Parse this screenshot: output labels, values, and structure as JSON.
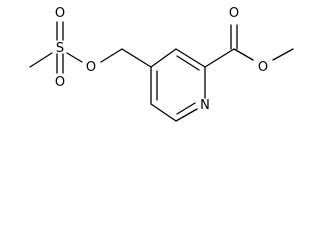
{
  "molecule": {
    "atoms": {
      "ring_n": "N",
      "ester_carbonyl_o": "O",
      "ester_ether_o": "O",
      "linker_o": "O",
      "sulfur": "S",
      "sulfonyl_o_top": "O",
      "sulfonyl_o_bottom": "O"
    }
  },
  "colors": {
    "bond": "#000000",
    "label": "#000000",
    "background": "#ffffff"
  }
}
